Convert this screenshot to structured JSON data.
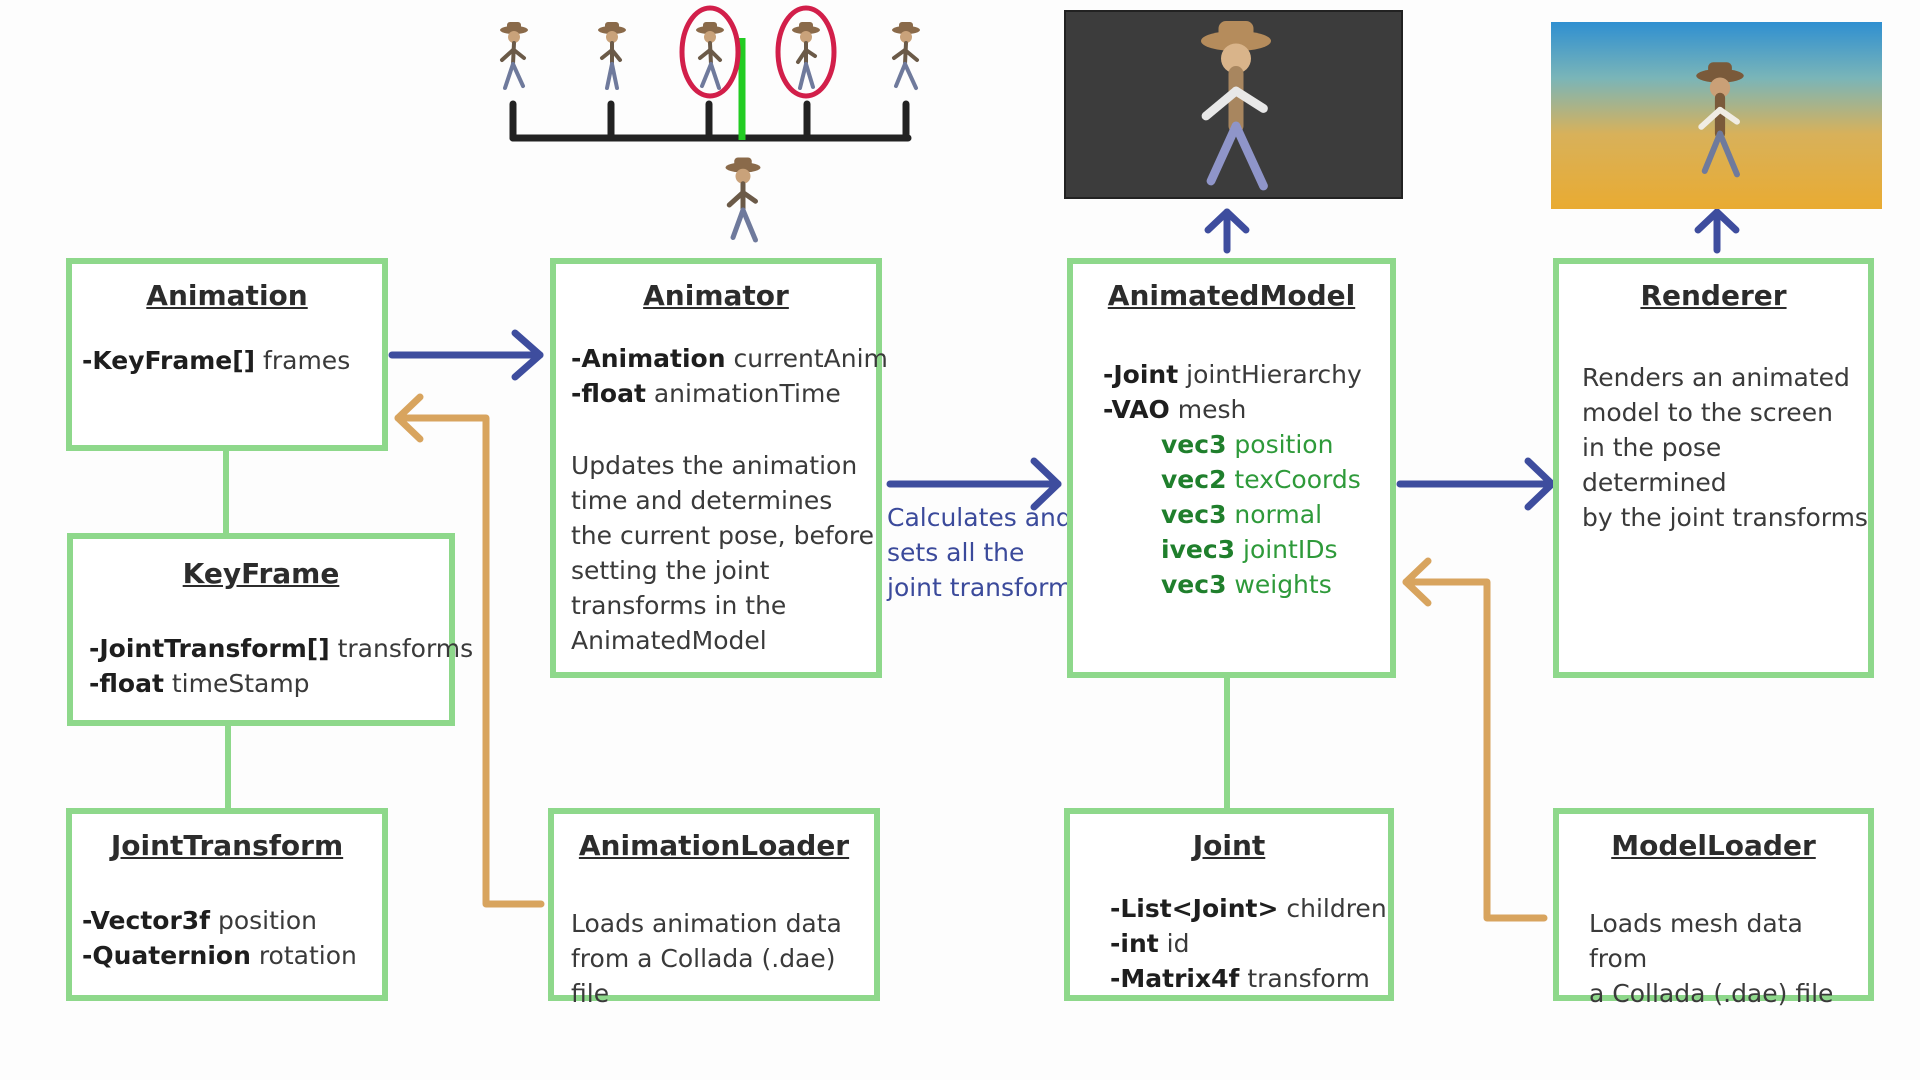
{
  "colors": {
    "box_border": "#8ed88b",
    "arrow_blue": "#3e4d9e",
    "arrow_orange": "#d8a45e",
    "connector_green": "#8ed88b",
    "field_green": "#2e9a3a",
    "keyframe_highlight": "#d21f4a",
    "current_time_marker": "#22cc22",
    "timeline": "#222222"
  },
  "icons": {
    "cowboy": "cowboy-figure-icon",
    "up_arrow": "up-arrow-icon",
    "right_arrow": "right-arrow-icon"
  },
  "boxes": {
    "animation": {
      "title": "Animation",
      "fields": [
        {
          "type": "-KeyFrame[]",
          "name": " frames"
        }
      ]
    },
    "keyframe": {
      "title": "KeyFrame",
      "fields": [
        {
          "type": "-JointTransform[]",
          "name": " transforms"
        },
        {
          "type": "-float",
          "name": " timeStamp"
        }
      ]
    },
    "jointtransform": {
      "title": "JointTransform",
      "fields": [
        {
          "type": "-Vector3f",
          "name": " position"
        },
        {
          "type": "-Quaternion",
          "name": " rotation"
        }
      ]
    },
    "animator": {
      "title": "Animator",
      "fields": [
        {
          "type": "-Animation",
          "name": " currentAnim"
        },
        {
          "type": "-float",
          "name": " animationTime"
        }
      ],
      "description": [
        "Updates the animation",
        "time and determines",
        "the current pose, before",
        "setting the joint",
        "transforms in the",
        "AnimatedModel"
      ]
    },
    "animationloader": {
      "title": "AnimationLoader",
      "description": [
        "Loads animation data",
        "from a Collada (.dae) file"
      ]
    },
    "animatedmodel": {
      "title": "AnimatedModel",
      "fields": [
        {
          "type": "-Joint",
          "name": " jointHierarchy"
        },
        {
          "type": "-VAO",
          "name": " mesh"
        }
      ],
      "mesh_fields": [
        {
          "type": "vec3",
          "name": " position"
        },
        {
          "type": "vec2",
          "name": " texCoords"
        },
        {
          "type": "vec3",
          "name": " normal"
        },
        {
          "type": "ivec3",
          "name": " jointIDs"
        },
        {
          "type": "vec3",
          "name": " weights"
        }
      ]
    },
    "joint": {
      "title": "Joint",
      "fields": [
        {
          "type": "-List<Joint>",
          "name": " children"
        },
        {
          "type": "-int",
          "name": " id"
        },
        {
          "type": "-Matrix4f",
          "name": " transform"
        }
      ]
    },
    "renderer": {
      "title": "Renderer",
      "description": [
        "Renders an animated",
        "model to the screen",
        "in the pose determined",
        "by the joint transforms"
      ]
    },
    "modelloader": {
      "title": "ModelLoader",
      "description": [
        "Loads mesh data from",
        "a Collada (.dae) file"
      ]
    }
  },
  "calculates_label": [
    "Calculates and",
    "sets all the",
    "joint transforms"
  ]
}
